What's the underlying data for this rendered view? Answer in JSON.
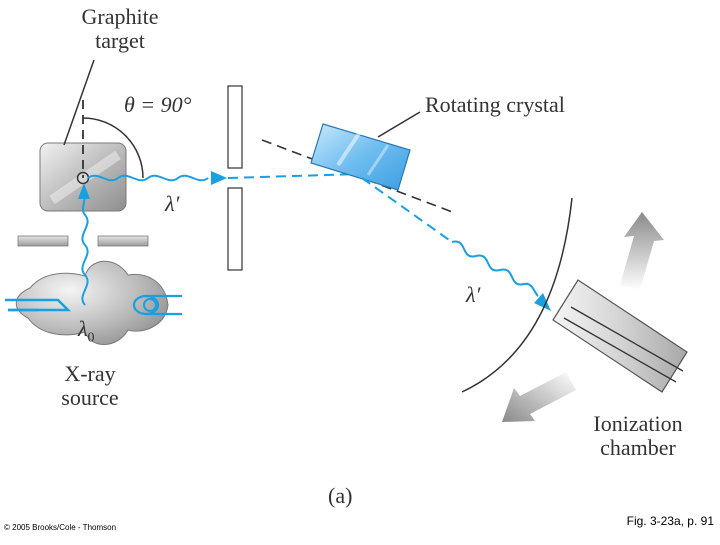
{
  "labels": {
    "graphite_target": [
      "Graphite",
      "target"
    ],
    "theta": "θ = 90°",
    "lambda_prime_top": "λ′",
    "rotating_crystal": "Rotating crystal",
    "lambda_prime_bottom": "λ′",
    "lambda_zero": "λ",
    "lambda_zero_sub": "0",
    "xray_source": [
      "X-ray",
      "source"
    ],
    "ionization_chamber": [
      "Ionization",
      "chamber"
    ],
    "panel": "(a)",
    "copyright": "© 2005 Brooks/Cole - Thomson",
    "figure_ref": "Fig. 3-23a, p. 91"
  },
  "colors": {
    "beam": "#1aa0e0",
    "line": "#333333",
    "gray_box": "#bcbcbc",
    "crystal": "#7fc3f0"
  }
}
